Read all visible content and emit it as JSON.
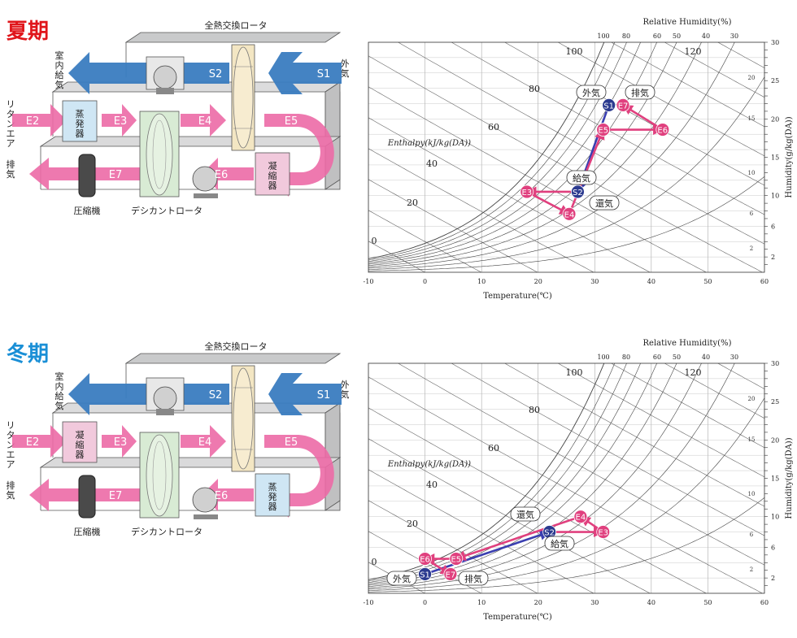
{
  "seasons": {
    "summer": "夏期",
    "winter": "冬期"
  },
  "colors": {
    "summer_title": "#e0161b",
    "winter_title": "#1a8fd6",
    "supply_arrow": "#3a7cc0",
    "exhaust_arrow": "#ec6aa6",
    "point_s": "#2b3a8f",
    "point_e": "#e0407e",
    "path_s": "#3a3fb0",
    "path_e": "#e0407e"
  },
  "diagram": {
    "rotor_label": "全熱交換ロータ",
    "desiccant_label": "デシカントロータ",
    "compressor_label": "圧縮機",
    "indoor_supply": "室内給気",
    "outdoor_air": "外気",
    "return_air": "リタンエア",
    "exhaust": "排気",
    "summer_left_coil": "蒸発器",
    "summer_right_coil": "凝縮器",
    "winter_left_coil": "凝縮器",
    "winter_right_coil": "蒸発器",
    "arrows": {
      "S1": "S1",
      "S2": "S2",
      "E2": "E2",
      "E3": "E3",
      "E4": "E4",
      "E5": "E5",
      "E6": "E6",
      "E7": "E7"
    }
  },
  "chart_common": {
    "top_title": "Relative Humidity(%)",
    "xlabel": "Temperature(℃)",
    "ylabel": "Humidity(g/kg(DA))",
    "enthalpy_label": "Enthalpy(kJ/kg(DA))",
    "x_ticks": [
      "-10",
      "0",
      "10",
      "20",
      "30",
      "40",
      "50",
      "60"
    ],
    "y_ticks": [
      "2",
      "4",
      "6",
      "8",
      "10",
      "12",
      "14",
      "16",
      "18",
      "20",
      "22",
      "24",
      "26",
      "28",
      "30"
    ],
    "y_labeled": [
      "2",
      "6",
      "10",
      "15",
      "20",
      "25",
      "30"
    ],
    "rh_ticks": [
      "100",
      "80",
      "60",
      "50",
      "40",
      "30"
    ],
    "enthalpy_ticks": [
      "0",
      "20",
      "40",
      "60",
      "80",
      "100",
      "120"
    ]
  },
  "chart_data": [
    {
      "type": "scatter",
      "title": "夏期",
      "xlabel": "Temperature(℃)",
      "ylabel": "Humidity(g/kg(DA))",
      "xlim": [
        -10,
        60
      ],
      "ylim": [
        0,
        30
      ],
      "points": [
        {
          "label": "S1",
          "x": 32.5,
          "y": 21.8
        },
        {
          "label": "S2",
          "x": 27.0,
          "y": 10.5
        },
        {
          "label": "E3",
          "x": 18.0,
          "y": 10.5
        },
        {
          "label": "E4",
          "x": 25.5,
          "y": 7.6
        },
        {
          "label": "E5",
          "x": 31.5,
          "y": 18.6
        },
        {
          "label": "E6",
          "x": 42.0,
          "y": 18.6
        },
        {
          "label": "E7",
          "x": 35.0,
          "y": 21.8
        }
      ],
      "annotations": [
        {
          "text": "外気",
          "near": "S1"
        },
        {
          "text": "排気",
          "near": "E7"
        },
        {
          "text": "給気",
          "near": "S2"
        },
        {
          "text": "還気",
          "near": "S2"
        }
      ]
    },
    {
      "type": "scatter",
      "title": "冬期",
      "xlabel": "Temperature(℃)",
      "ylabel": "Humidity(g/kg(DA))",
      "xlim": [
        -10,
        60
      ],
      "ylim": [
        0,
        30
      ],
      "points": [
        {
          "label": "S1",
          "x": 0.0,
          "y": 2.5
        },
        {
          "label": "S2",
          "x": 22.0,
          "y": 8.0
        },
        {
          "label": "E3",
          "x": 31.5,
          "y": 8.0
        },
        {
          "label": "E4",
          "x": 27.5,
          "y": 10.0
        },
        {
          "label": "E5",
          "x": 5.5,
          "y": 4.5
        },
        {
          "label": "E6",
          "x": 0.0,
          "y": 4.5
        },
        {
          "label": "E7",
          "x": 4.5,
          "y": 2.5
        }
      ],
      "annotations": [
        {
          "text": "還気",
          "near": "S2"
        },
        {
          "text": "給気",
          "near": "S2"
        },
        {
          "text": "外気",
          "near": "S1"
        },
        {
          "text": "排気",
          "near": "E7"
        }
      ]
    }
  ]
}
